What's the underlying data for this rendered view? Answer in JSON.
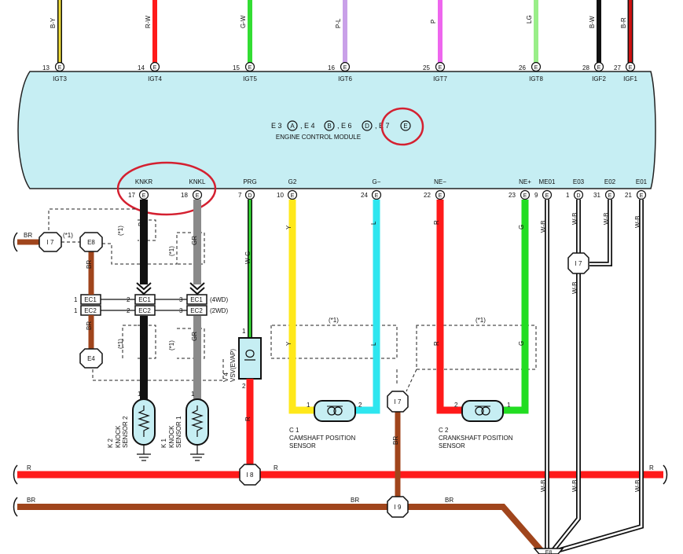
{
  "ecm": {
    "connectors": "E3 A , E4 B , E6 D , E7 E",
    "connector_ids": [
      "A",
      "B",
      "D",
      "E"
    ],
    "title": "ENGINE CONTROL MODULE"
  },
  "top_pins": [
    {
      "wire": "B-Y",
      "pin": "13",
      "conn": "E",
      "label": "IGT3",
      "color": "#f2df3a"
    },
    {
      "wire": "R-W",
      "pin": "14",
      "conn": "E",
      "label": "IGT4",
      "color": "#ff1a1a"
    },
    {
      "wire": "G-W",
      "pin": "15",
      "conn": "E",
      "label": "IGT5",
      "color": "#33dd33"
    },
    {
      "wire": "P-L",
      "pin": "16",
      "conn": "E",
      "label": "IGT6",
      "color": "#c9a0e8"
    },
    {
      "wire": "P",
      "pin": "25",
      "conn": "E",
      "label": "IGT7",
      "color": "#ee66ee"
    },
    {
      "wire": "LG",
      "pin": "26",
      "conn": "E",
      "label": "IGT8",
      "color": "#99ee88"
    },
    {
      "wire": "B-W",
      "pin": "28",
      "conn": "E",
      "label": "IGF2",
      "color": "#111111"
    },
    {
      "wire": "B-R",
      "pin": "27",
      "conn": "E",
      "label": "IGF1",
      "color": "#cc1111"
    }
  ],
  "bottom_pins": [
    {
      "label": "KNKR",
      "pin": "17",
      "conn": "E"
    },
    {
      "label": "KNKL",
      "pin": "18",
      "conn": "E"
    },
    {
      "label": "PRG",
      "pin": "7",
      "conn": "D"
    },
    {
      "label": "G2",
      "pin": "10",
      "conn": "E"
    },
    {
      "label": "G−",
      "pin": "24",
      "conn": "E"
    },
    {
      "label": "NE−",
      "pin": "22",
      "conn": "E"
    },
    {
      "label": "NE+",
      "pin": "23",
      "conn": "E"
    },
    {
      "label": "ME01",
      "pin": "9",
      "conn": "E"
    },
    {
      "label": "E03",
      "pin": "1",
      "conn": "D"
    },
    {
      "label": "E02",
      "pin": "31",
      "conn": "E"
    },
    {
      "label": "E01",
      "pin": "21",
      "conn": "E"
    }
  ],
  "wire_codes": {
    "b": "B",
    "gr": "GR",
    "wg": "W-G",
    "y": "Y",
    "l": "L",
    "r": "R",
    "g": "G",
    "wb": "W-B",
    "br": "BR",
    "note": "(*1)"
  },
  "junctions": {
    "i7": "I 7",
    "e8": "E8",
    "e4": "E4",
    "i8": "I 8",
    "i9": "I 9"
  },
  "connector_block": {
    "ec1": "EC1",
    "ec2": "EC2",
    "wd4": "(4WD)",
    "wd2": "(2WD)",
    "pins": [
      "1",
      "2",
      "3"
    ]
  },
  "components": {
    "k2_code": "K 2",
    "k2_name1": "KNOCK",
    "k2_name2": "SENSOR 2",
    "k1_code": "K 1",
    "k1_name1": "KNOCK",
    "k1_name2": "SENSOR 1",
    "v4_code": "V 4",
    "v4_name": "VSV(EVAP)",
    "c1_code": "C 1",
    "c1_name1": "CAMSHAFT POSITION",
    "c1_name2": "SENSOR",
    "c2_code": "C 2",
    "c2_name1": "CRANKSHAFT POSITION",
    "c2_name2": "SENSOR",
    "pin1": "1",
    "pin2": "2"
  },
  "bottom_ground": "E8",
  "colors": {
    "ecm_fill": "#c6eef3",
    "red": "#ff1a1a",
    "brown": "#a0451c",
    "yellow": "#ffe81a",
    "cyan": "#2ee6ef",
    "green": "#22dd22",
    "gray": "#8a8a8a",
    "highlight": "#d42030"
  }
}
